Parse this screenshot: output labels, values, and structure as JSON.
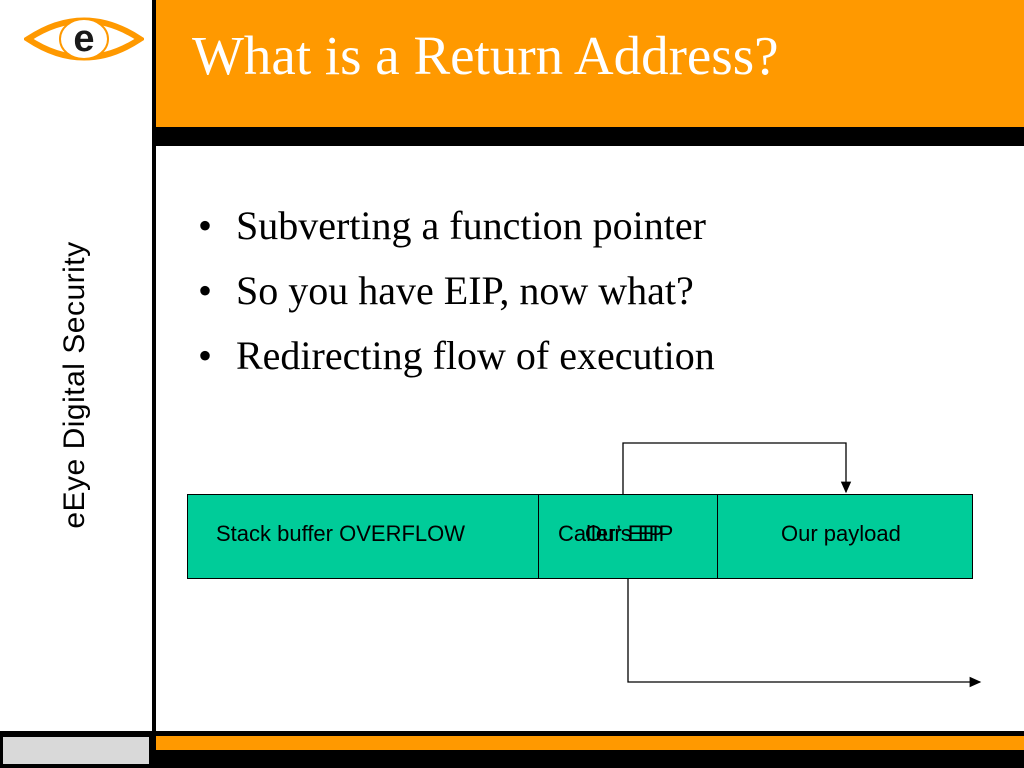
{
  "sidebar": {
    "org_name": "eEye Digital Security",
    "logo_letter": "e",
    "logo_icon": "eye-logo-icon"
  },
  "slide": {
    "title": "What is a Return Address?",
    "bullets": [
      "Subverting a function pointer",
      "So you have EIP, now what?",
      "Redirecting flow of execution"
    ],
    "bullet_char": "•"
  },
  "diagram": {
    "boxes": [
      {
        "label": "Stack buffer OVERFLOW"
      },
      {
        "label": "Caller’s EIP",
        "overlay_label": "Our EIP"
      },
      {
        "label": "Our payload"
      }
    ]
  },
  "colors": {
    "accent_orange": "#ff9900",
    "box_teal": "#00cc99",
    "sidebar_footer_gray": "#d9d9d9"
  }
}
